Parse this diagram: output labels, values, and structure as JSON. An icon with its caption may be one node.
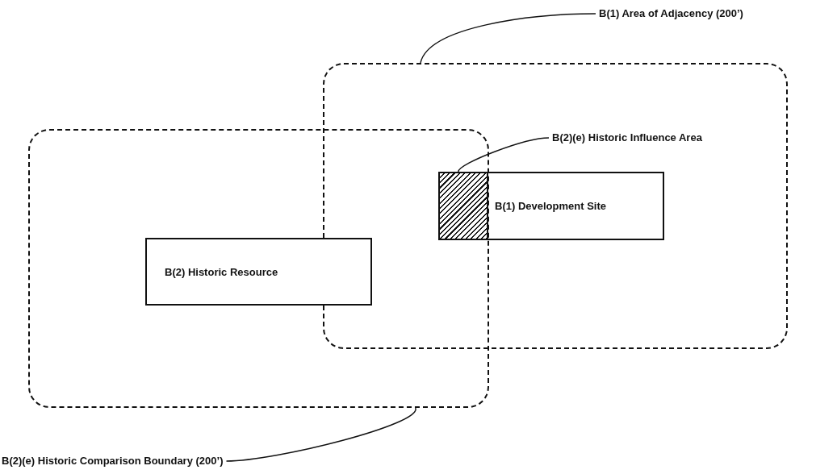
{
  "diagram": {
    "nodes": [
      {
        "text": [
          "B(1) Area of Adjacency (200’)"
        ]
      },
      {
        "text": [],
        "shape": "box"
      },
      {
        "text": [
          "B(2)(e) Historic Influence Area"
        ],
        "in": 1
      },
      {
        "text": [
          "B(1) Development Site"
        ],
        "in": 1
      },
      {
        "text": [],
        "shape": "box"
      },
      {
        "text": [],
        "shape": "box"
      },
      {
        "text": [
          "B(2) Historic Resource"
        ],
        "in": 5
      },
      {
        "text": [
          "B(2)(e) Historic Comparison Boundary (200’)"
        ]
      }
    ],
    "edges": [
      {
        "from": 0,
        "to": 1,
        "arrow": "none"
      },
      {
        "from": 2,
        "to": 4,
        "arrow": "none"
      },
      {
        "from": 7,
        "to": 5,
        "arrow": "none"
      }
    ]
  }
}
